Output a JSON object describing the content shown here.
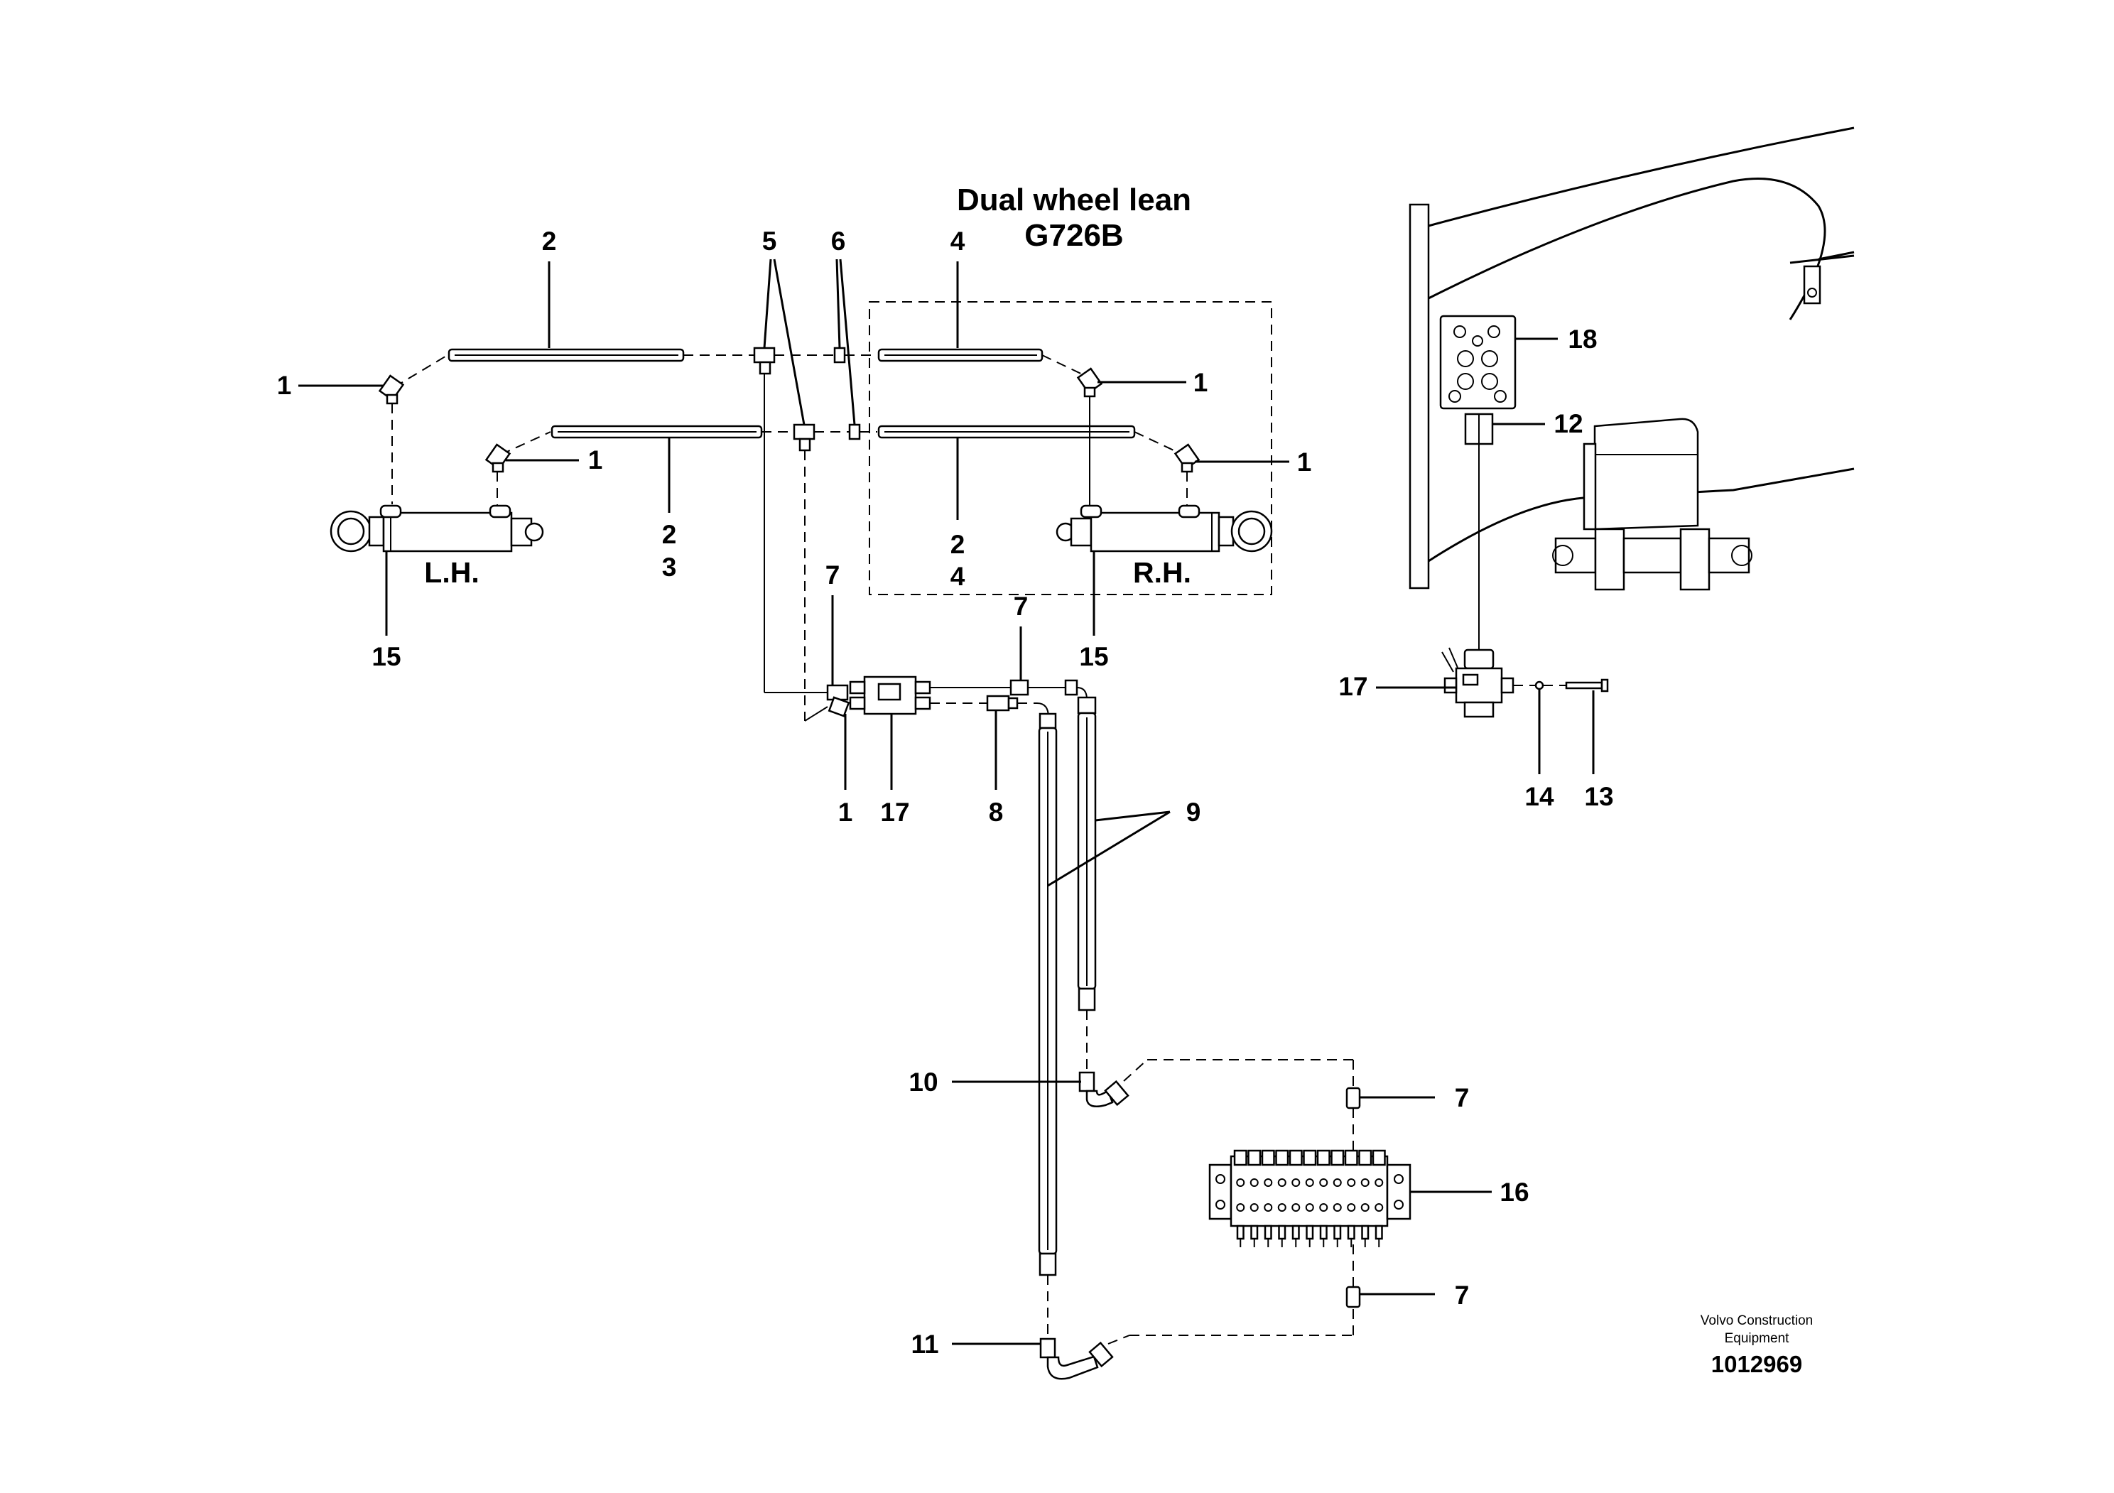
{
  "title": {
    "line1": "Dual wheel lean",
    "line2": "G726B"
  },
  "cylinders": {
    "left_label": "L.H.",
    "right_label": "R.H."
  },
  "callouts": {
    "c2_top_left": "2",
    "c5": "5",
    "c6": "6",
    "c4_top": "4",
    "c18": "18",
    "c1_left": "1",
    "c1_right_top": "1",
    "c1_mid": "1",
    "c1_right": "1",
    "c12": "12",
    "c2_mid_left": "2",
    "c3": "3",
    "c2_mid_right": "2",
    "c4_mid_right": "4",
    "c7_left": "7",
    "c7_mid": "7",
    "c15_left": "15",
    "c15_right": "15",
    "c17_right": "17",
    "c1_bottom": "1",
    "c17_bottom": "17",
    "c8": "8",
    "c9": "9",
    "c14": "14",
    "c13": "13",
    "c10": "10",
    "c7_upper_right": "7",
    "c16": "16",
    "c7_lower_right": "7",
    "c11": "11"
  },
  "footer": {
    "company_line1": "Volvo Construction",
    "company_line2": "Equipment",
    "doc_number": "1012969"
  }
}
